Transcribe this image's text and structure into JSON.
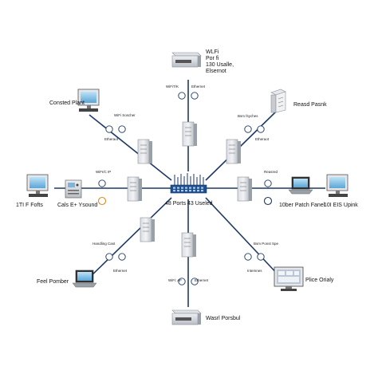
{
  "top_device": {
    "lines": [
      "WLFi",
      "Por fi",
      "130 Usalle,",
      "Elsernot"
    ]
  },
  "top_link": {
    "left": "WiFiT/K",
    "right": "Ethernet"
  },
  "upper_left_device": {
    "label": "Consted Plant"
  },
  "upper_left_link": {
    "top": "WiFi Soscher",
    "bottom": "Etheraot"
  },
  "upper_right_device": {
    "label": "Reasd Pasnk"
  },
  "upper_right_link": {
    "top": "Bsm fsyches",
    "bottom": "Etheraot"
  },
  "left_pc": {
    "label": "1TI F Fofts"
  },
  "left_device": {
    "label": "Cals E+ Ysound"
  },
  "left_link": {
    "label": "WiFI/C IP"
  },
  "center_switch": {
    "label": "48 Ports 43 Useled"
  },
  "right_link": {
    "label": "Reasred"
  },
  "right_pc": {
    "label": "10ber Patch Fanel"
  },
  "right_far_pc": {
    "label": "10I EIS Upink"
  },
  "lower_left_link": {
    "top": "Handling Cast",
    "bottom": "Ethernet"
  },
  "lower_left_device": {
    "label": "Feel Pomber"
  },
  "lower_right_link": {
    "top": "Bsm Ponst Spe",
    "bottom": "Intemnes"
  },
  "lower_right_device": {
    "label": "Plice Orialy"
  },
  "bottom_link": {
    "left": "WiFi: AF",
    "right": "Ethernet"
  },
  "bottom_device": {
    "label": "Wasrl Porsbul"
  }
}
